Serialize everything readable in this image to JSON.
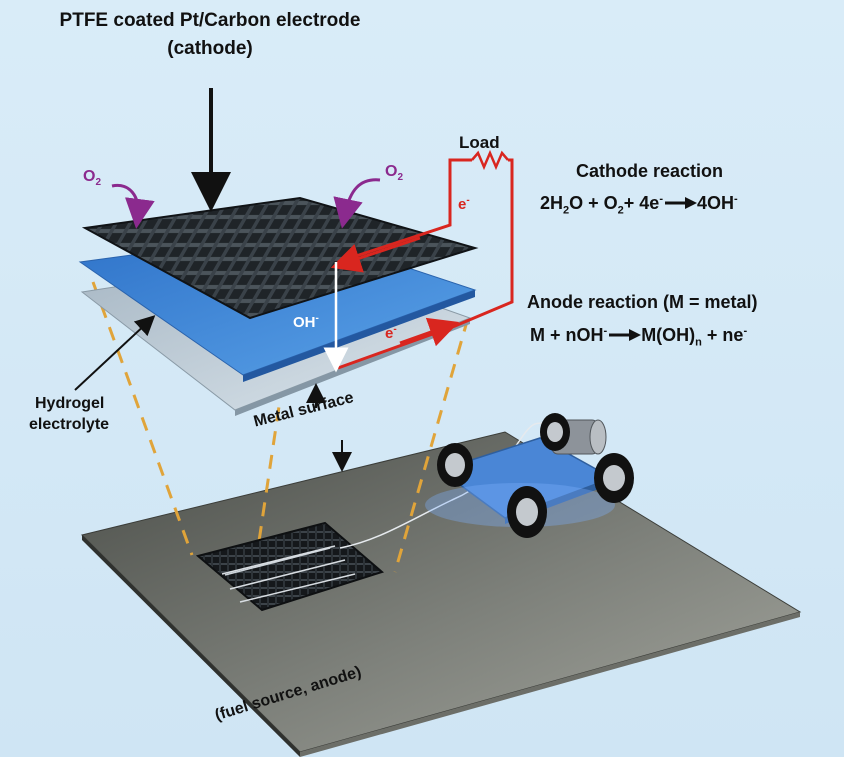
{
  "title_line1": "PTFE coated Pt/Carbon electrode",
  "title_line2": "(cathode)",
  "load_label": "Load",
  "o2_left": {
    "main": "O",
    "sub": "2"
  },
  "o2_right": {
    "main": "O",
    "sub": "2"
  },
  "electron_top": {
    "main": "e",
    "sup": "-"
  },
  "electron_bottom": {
    "main": "e",
    "sup": "-"
  },
  "hydroxide": {
    "main": "OH",
    "sup": "-"
  },
  "cathode_reaction": {
    "title": "Cathode reaction",
    "equation": [
      "2H",
      "2",
      "O + O",
      "2",
      "+ 4e",
      "-",
      "4OH",
      "-"
    ]
  },
  "anode_reaction": {
    "title": "Anode reaction (M = metal)",
    "equation": [
      "M + nOH",
      "-",
      "M(OH)",
      "n",
      " + ne",
      "-"
    ]
  },
  "hydrogel_label_line1": "Hydrogel",
  "hydrogel_label_line2": "electrolyte",
  "metal_surface_label": "Metal surface",
  "fuel_source_label": "(fuel source, anode)",
  "colors": {
    "background": "#d3e8f6",
    "hydrogel": "#3a86d8",
    "metal_plate": "#b9cad6",
    "wire": "#e0302a",
    "o2_arrow": "#8b2a8e",
    "dashed": "#e0a43a",
    "plate": "#5e615c"
  }
}
